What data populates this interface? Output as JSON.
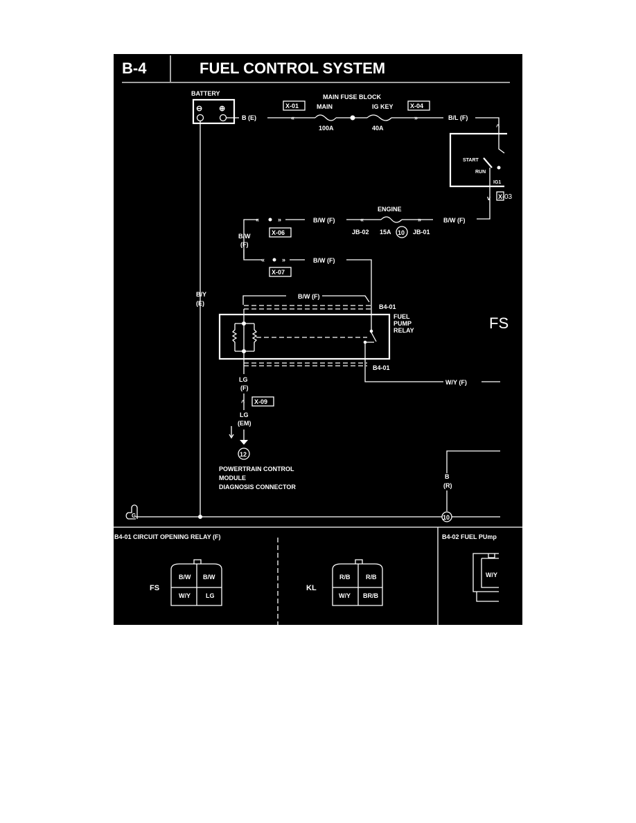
{
  "header": {
    "code": "B-4",
    "title": "FUEL CONTROL SYSTEM"
  },
  "battery": {
    "label": "BATTERY",
    "minus": "⊖",
    "plus": "⊕"
  },
  "main_fuse_block": {
    "label": "MAIN FUSE BLOCK",
    "main_label": "MAIN",
    "main_rating": "100A",
    "igkey_label": "IG KEY",
    "igkey_rating": "40A"
  },
  "connectors": {
    "x01": "X-01",
    "x04": "X-04",
    "x03": "X-",
    "x03_suffix": "03",
    "x06": "X-06",
    "x07": "X-07",
    "x09": "X-09"
  },
  "wires": {
    "b_e": "B (E)",
    "bl_f": "B/L (F)",
    "bw_f_1": "B/W (F)",
    "bw_f_2": "B/W (F)",
    "bw_f_3": "B/W (F)",
    "bw_f_4": "B/W (F)",
    "bw": "B/W",
    "f": "(F)",
    "by": "B/Y",
    "e": "(E)",
    "wy_f": "W/Y (F)",
    "lg": "LG",
    "lg_f": "(F)",
    "lg2": "LG",
    "em": "(EM)",
    "b": "B",
    "r": "(R)"
  },
  "ignition_switch": {
    "start": "START",
    "run": "RUN",
    "ig1": "IG1"
  },
  "engine_fuse": {
    "label": "ENGINE",
    "jb02": "JB-02",
    "rating": "15A",
    "ref": "10",
    "jb01": "JB-01"
  },
  "relay": {
    "connector_top": "B4-01",
    "connector_bottom": "B4-01",
    "name_lines": [
      "FUEL",
      "PUMP",
      "RELAY"
    ]
  },
  "fs_marker": "FS",
  "pcm": {
    "ref": "12",
    "lines": [
      "POWERTRAIN CONTROL",
      "MODULE",
      "DIAGNOSIS CONNECTOR"
    ]
  },
  "ground": {
    "symbol": "G",
    "ref": "10"
  },
  "bottom": {
    "left_title": "B4-01  CIRCUIT OPENING RELAY (F)",
    "right_title": "B4-02  FUEL PUmp",
    "fs_connector": {
      "label": "FS",
      "pins": [
        "B/W",
        "B/W",
        "W/Y",
        "LG"
      ]
    },
    "kl_connector": {
      "label": "KL",
      "pins": [
        "R/B",
        "R/B",
        "W/Y",
        "BR/B"
      ]
    },
    "pump_connector": {
      "pins": [
        "W/Y"
      ]
    }
  }
}
